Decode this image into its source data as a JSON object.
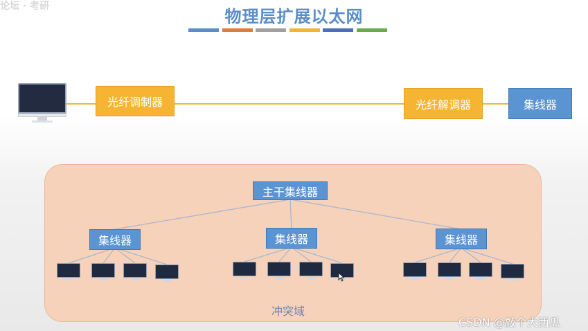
{
  "header": {
    "corner_text": "论坛 · 考研",
    "title": "物理层扩展以太网",
    "bar_colors": [
      "#5b8ec9",
      "#e07b39",
      "#a0a0a0",
      "#f5b533",
      "#4b6fb8",
      "#6aab4f"
    ]
  },
  "top_chain": {
    "modulator": "光纤调制器",
    "demodulator": "光纤解调器",
    "hub": "集线器"
  },
  "domain": {
    "label": "冲突域",
    "main_hub": "主干集线器",
    "hubs": [
      "集线器",
      "集线器",
      "集线器"
    ]
  },
  "colors": {
    "orange": "#f5b533",
    "blue": "#5b94d2",
    "domain_fill": "#f7d2ba"
  },
  "watermark": "CSDN @敲个大西瓜"
}
